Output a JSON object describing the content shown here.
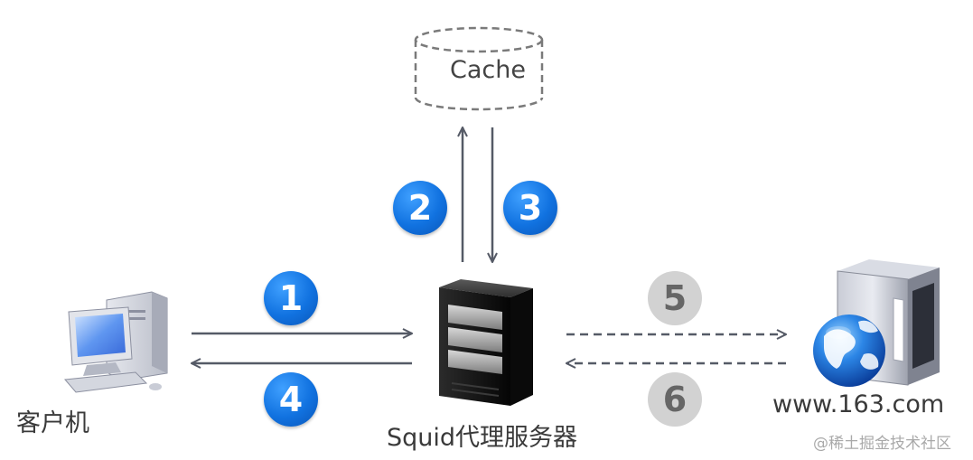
{
  "nodes": {
    "cache": {
      "label": "Cache"
    },
    "client": {
      "label": "客户机"
    },
    "proxy": {
      "label": "Squid代理服务器"
    },
    "web": {
      "label": "www.163.com"
    }
  },
  "steps": [
    "1",
    "2",
    "3",
    "4",
    "5",
    "6"
  ],
  "watermark": "@稀土掘金技术社区",
  "colors": {
    "step_blue": "#1172e0",
    "step_gray": "#d2d2d2",
    "arrow": "#555a66"
  }
}
